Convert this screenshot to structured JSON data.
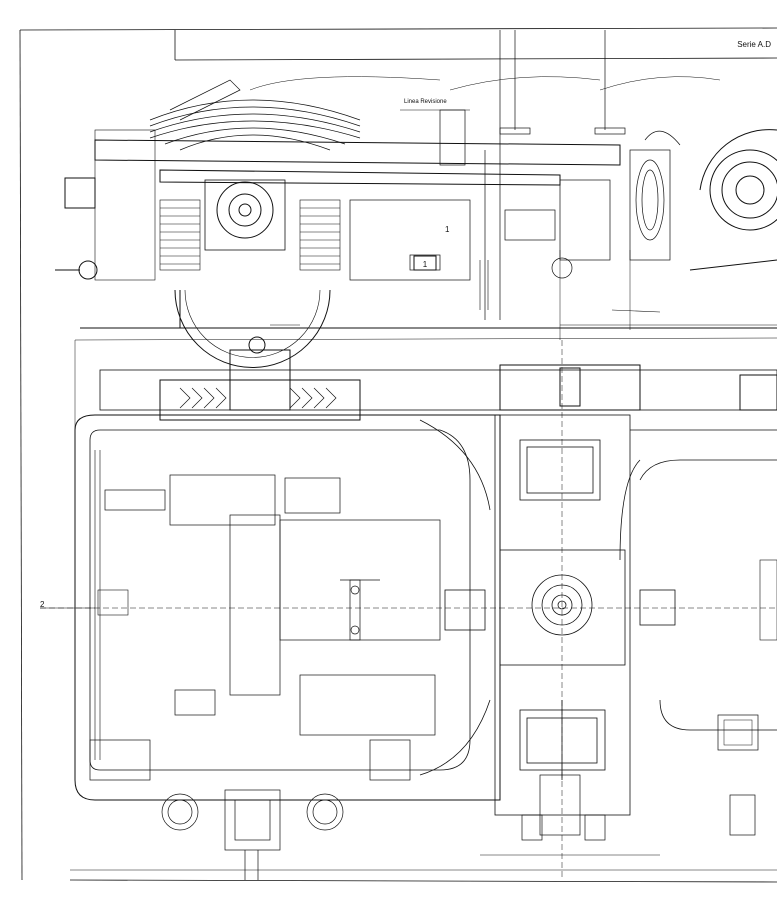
{
  "drawing": {
    "sheet_label": "Serie A.D",
    "top_note": "Linea Revisione",
    "part_marks": [
      "1",
      "1",
      "2"
    ]
  },
  "colors": {
    "ink": "#111111",
    "paper": "#ffffff"
  }
}
